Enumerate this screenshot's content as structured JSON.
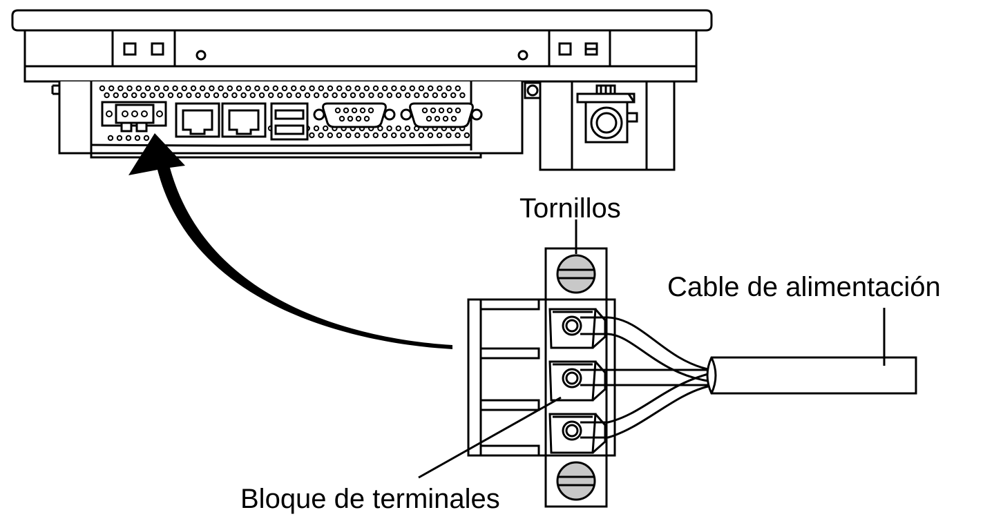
{
  "labels": {
    "screws": "Tornillos",
    "power_cable": "Cable de alimentación",
    "terminal_block": "Bloque de terminales"
  },
  "colors": {
    "line": "#000000",
    "background": "#ffffff",
    "screw_fill": "#c8c8c8"
  }
}
